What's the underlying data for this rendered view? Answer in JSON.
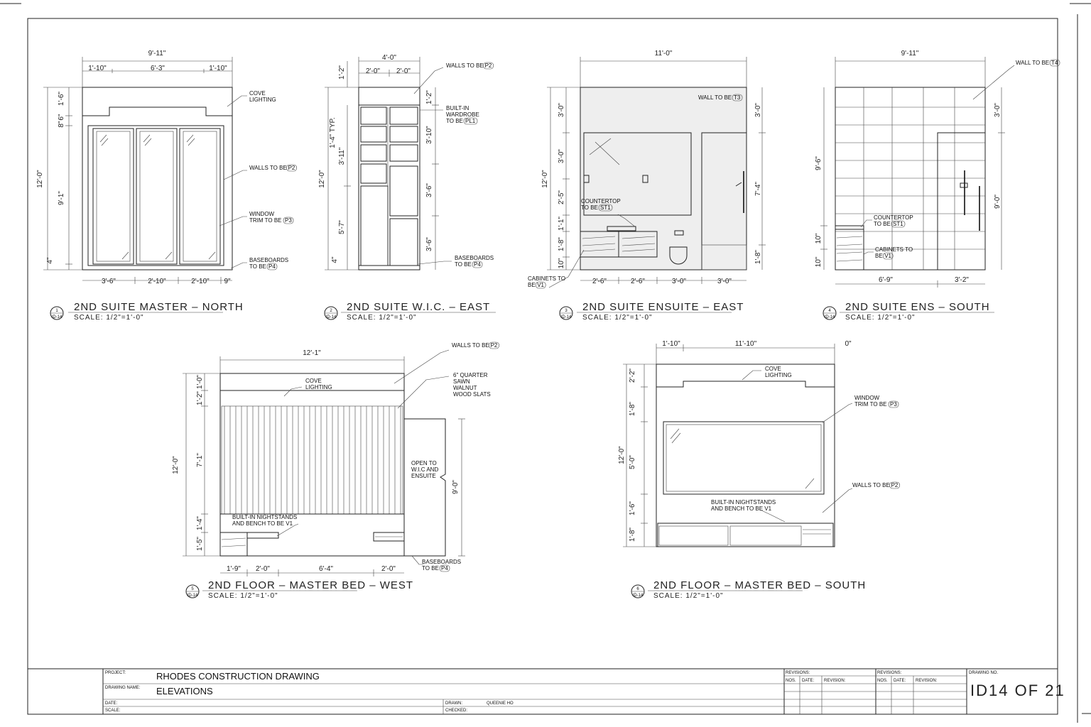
{
  "sheet": {
    "views": [
      {
        "num": "1",
        "sheet_ref": "ID-14",
        "title": "2ND SUITE MASTER – NORTH",
        "scale": "SCALE: 1/2\"=1'-0\"",
        "dims": [
          "9'-11\"",
          "1'-10\"",
          "6'-3\"",
          "1'-10\"",
          "12'-0\"",
          "9'-1\"",
          "1'-6\"",
          "6\"",
          "8\"",
          "4\"",
          "3'-6\"",
          "2'-10\"",
          "2'-10\"",
          "9\""
        ],
        "notes": [
          {
            "lines": [
              "COVE",
              "LIGHTING"
            ],
            "tag": ""
          },
          {
            "lines": [
              "WALLS TO BE"
            ],
            "tag": "P2"
          },
          {
            "lines": [
              "WINDOW",
              "TRIM TO BE"
            ],
            "tag": "P3"
          },
          {
            "lines": [
              "BASEBOARDS",
              "TO BE"
            ],
            "tag": "P4"
          }
        ]
      },
      {
        "num": "2",
        "sheet_ref": "ID-14",
        "title": "2ND SUITE W.I.C. – EAST",
        "scale": "SCALE: 1/2\"=1'-0\"",
        "dims": [
          "4'-0\"",
          "2'-0\"",
          "2'-0\"",
          "1'-2\"",
          "12'-0\"",
          "1'-4\" TYP.",
          "3'-11\"",
          "5'-7\"",
          "4\"",
          "1'-2\"",
          "3'-10\"",
          "3'-6\"",
          "3'-6\""
        ],
        "notes": [
          {
            "lines": [
              "WALLS TO BE"
            ],
            "tag": "P2"
          },
          {
            "lines": [
              "BUILT-IN",
              "WARDROBE",
              "TO BE"
            ],
            "tag": "PL1"
          },
          {
            "lines": [
              "BASEBOARDS",
              "TO BE"
            ],
            "tag": "P4"
          }
        ]
      },
      {
        "num": "3",
        "sheet_ref": "ID-14",
        "title": "2ND SUITE ENSUITE – EAST",
        "scale": "SCALE: 1/2\"=1'-0\"",
        "dims": [
          "11'-0\"",
          "12'-0\"",
          "3'-0\"",
          "3'-0\"",
          "2'-5\"",
          "1'-1\"",
          "1'-8\"",
          "10\"",
          "3'-0\"",
          "7'-4\"",
          "1'-8\"",
          "2'-6\"",
          "2'-6\"",
          "3'-0\"",
          "3'-0\""
        ],
        "notes": [
          {
            "lines": [
              "WALL TO BE"
            ],
            "tag": "T3"
          },
          {
            "lines": [
              "COUNTERTOP",
              "TO BE"
            ],
            "tag": "ST1"
          },
          {
            "lines": [
              "CABINETS TO",
              "BE"
            ],
            "tag": "V1"
          }
        ]
      },
      {
        "num": "4",
        "sheet_ref": "ID-14",
        "title": "2ND SUITE ENS – SOUTH",
        "scale": "SCALE: 1/2\"=1'-0\"",
        "dims": [
          "9'-11\"",
          "9'-6\"",
          "10\"",
          "10\"",
          "3'-0\"",
          "9'-0\"",
          "6'-9\"",
          "3'-2\""
        ],
        "notes": [
          {
            "lines": [
              "WALL TO BE"
            ],
            "tag": "T4"
          },
          {
            "lines": [
              "COUNTERTOP",
              "TO BE"
            ],
            "tag": "ST1"
          },
          {
            "lines": [
              "CABINETS TO",
              "BE"
            ],
            "tag": "V1"
          }
        ]
      },
      {
        "num": "5",
        "sheet_ref": "ID-14",
        "title": "2ND FLOOR – MASTER BED – WEST",
        "scale": "SCALE: 1/2\"=1'-0\"",
        "dims": [
          "12'-1\"",
          "1'-0\"",
          "1'-2\"",
          "12'-0\"",
          "7'-1\"",
          "1'-4\"",
          "1'-5\"",
          "9'-0\"",
          "1'-9\"",
          "2'-0\"",
          "6'-4\"",
          "2'-0\""
        ],
        "notes": [
          {
            "lines": [
              "WALLS TO BE"
            ],
            "tag": "P2"
          },
          {
            "lines": [
              "COVE",
              "LIGHTING"
            ],
            "tag": ""
          },
          {
            "lines": [
              "6\" QUARTER",
              "SAWN",
              "WALNUT",
              "WOOD SLATS"
            ],
            "tag": ""
          },
          {
            "lines": [
              "OPEN TO",
              "W.I.C AND",
              "ENSUITE"
            ],
            "tag": ""
          },
          {
            "lines": [
              "BUILT-IN NIGHTSTANDS",
              "AND BENCH TO BE V1"
            ],
            "tag": ""
          },
          {
            "lines": [
              "BASEBOARDS",
              "TO BE"
            ],
            "tag": "P4"
          }
        ]
      },
      {
        "num": "6",
        "sheet_ref": "ID-14",
        "title": "2ND FLOOR – MASTER BED – SOUTH",
        "scale": "SCALE: 1/2\"=1'-0\"",
        "dims": [
          "1'-10\"",
          "11'-10\"",
          "0\"",
          "2'-2\"",
          "1'-8\"",
          "12'-0\"",
          "5'-0\"",
          "1'-6\"",
          "1'-8\""
        ],
        "notes": [
          {
            "lines": [
              "COVE",
              "LIGHTING"
            ],
            "tag": ""
          },
          {
            "lines": [
              "WINDOW",
              "TRIM TO BE"
            ],
            "tag": "P3"
          },
          {
            "lines": [
              "WALLS TO BE"
            ],
            "tag": "P2"
          },
          {
            "lines": [
              "BUILT-IN NIGHTSTANDS",
              "AND BENCH TO BE V1"
            ],
            "tag": ""
          }
        ]
      }
    ]
  },
  "title_block": {
    "project_label": "PROJECT:",
    "project": "RHODES CONSTRUCTION DRAWING",
    "drawing_name_label": "DRAWING NAME:",
    "drawing_name": "ELEVATIONS",
    "date_label": "DATE:",
    "scale_label": "SCALE:",
    "drawn_label": "DRAWN:",
    "drawn": "QUEENIE HO",
    "checked_label": "CHECKED:",
    "revisions_label": "REVISIONS:",
    "nos_label": "NOS.",
    "rev_date_label": "DATE:",
    "revision_label": "REVISION:",
    "drawing_no_label": "DRAWING NO.",
    "drawing_no": "ID14  OF  21"
  }
}
